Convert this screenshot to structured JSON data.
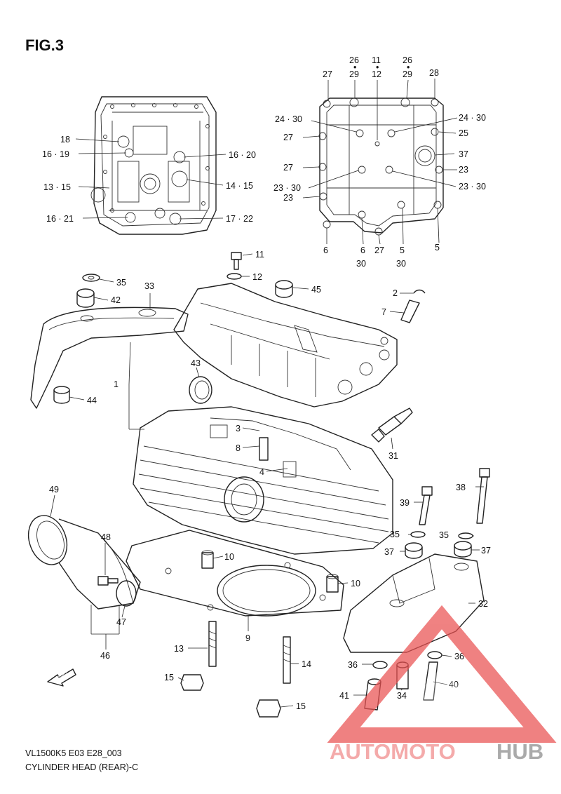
{
  "figure": {
    "title": "FIG.3",
    "model": "VL1500K5 E03 E28_003",
    "caption": "CYLINDER HEAD (REAR)-C"
  },
  "watermark": {
    "part1": "AUTOMOTO",
    "part2": "HUB",
    "color1": "#f08a8a",
    "color2": "#8a8a8a"
  },
  "colors": {
    "line": "#222222",
    "wm_triangle": "#ea5252"
  },
  "callouts": {
    "c1": "26",
    "c2": "29",
    "c3": "11",
    "c4": "12",
    "c5": "26",
    "c6": "29",
    "c7": "27",
    "c8": "28",
    "c9": "24 · 30",
    "c10": "24 · 30",
    "c11": "27",
    "c12": "25",
    "c13": "37",
    "c14": "27",
    "c15": "23",
    "c16": "23 · 30",
    "c17": "23 · 30",
    "c18": "23",
    "c19": "6",
    "c20": "6",
    "c21": "30",
    "c22": "27",
    "c23": "5",
    "c24": "30",
    "c25": "5",
    "c26": "18",
    "c27": "16 · 19",
    "c28": "13 · 15",
    "c29": "16 · 21",
    "c30": "16 · 20",
    "c31": "14 · 15",
    "c32": "17 · 22",
    "c33": "11",
    "c34": "12",
    "c35": "45",
    "c36": "35",
    "c37": "33",
    "c38": "42",
    "c39": "2",
    "c40": "7",
    "c41": "43",
    "c42": "1",
    "c43": "44",
    "c44": "3",
    "c45": "8",
    "c46": "31",
    "c47": "4",
    "c48": "38",
    "c49": "39",
    "c50": "49",
    "c51": "48",
    "c52": "35",
    "c53": "35",
    "c54": "37",
    "c55": "37",
    "c56": "10",
    "c57": "10",
    "c58": "32",
    "c59": "47",
    "c60": "9",
    "c61": "46",
    "c62": "13",
    "c63": "14",
    "c64": "36",
    "c65": "36",
    "c66": "40",
    "c67": "15",
    "c68": "34",
    "c69": "41",
    "c70": "15"
  },
  "fwd": {
    "label": "FWD"
  }
}
